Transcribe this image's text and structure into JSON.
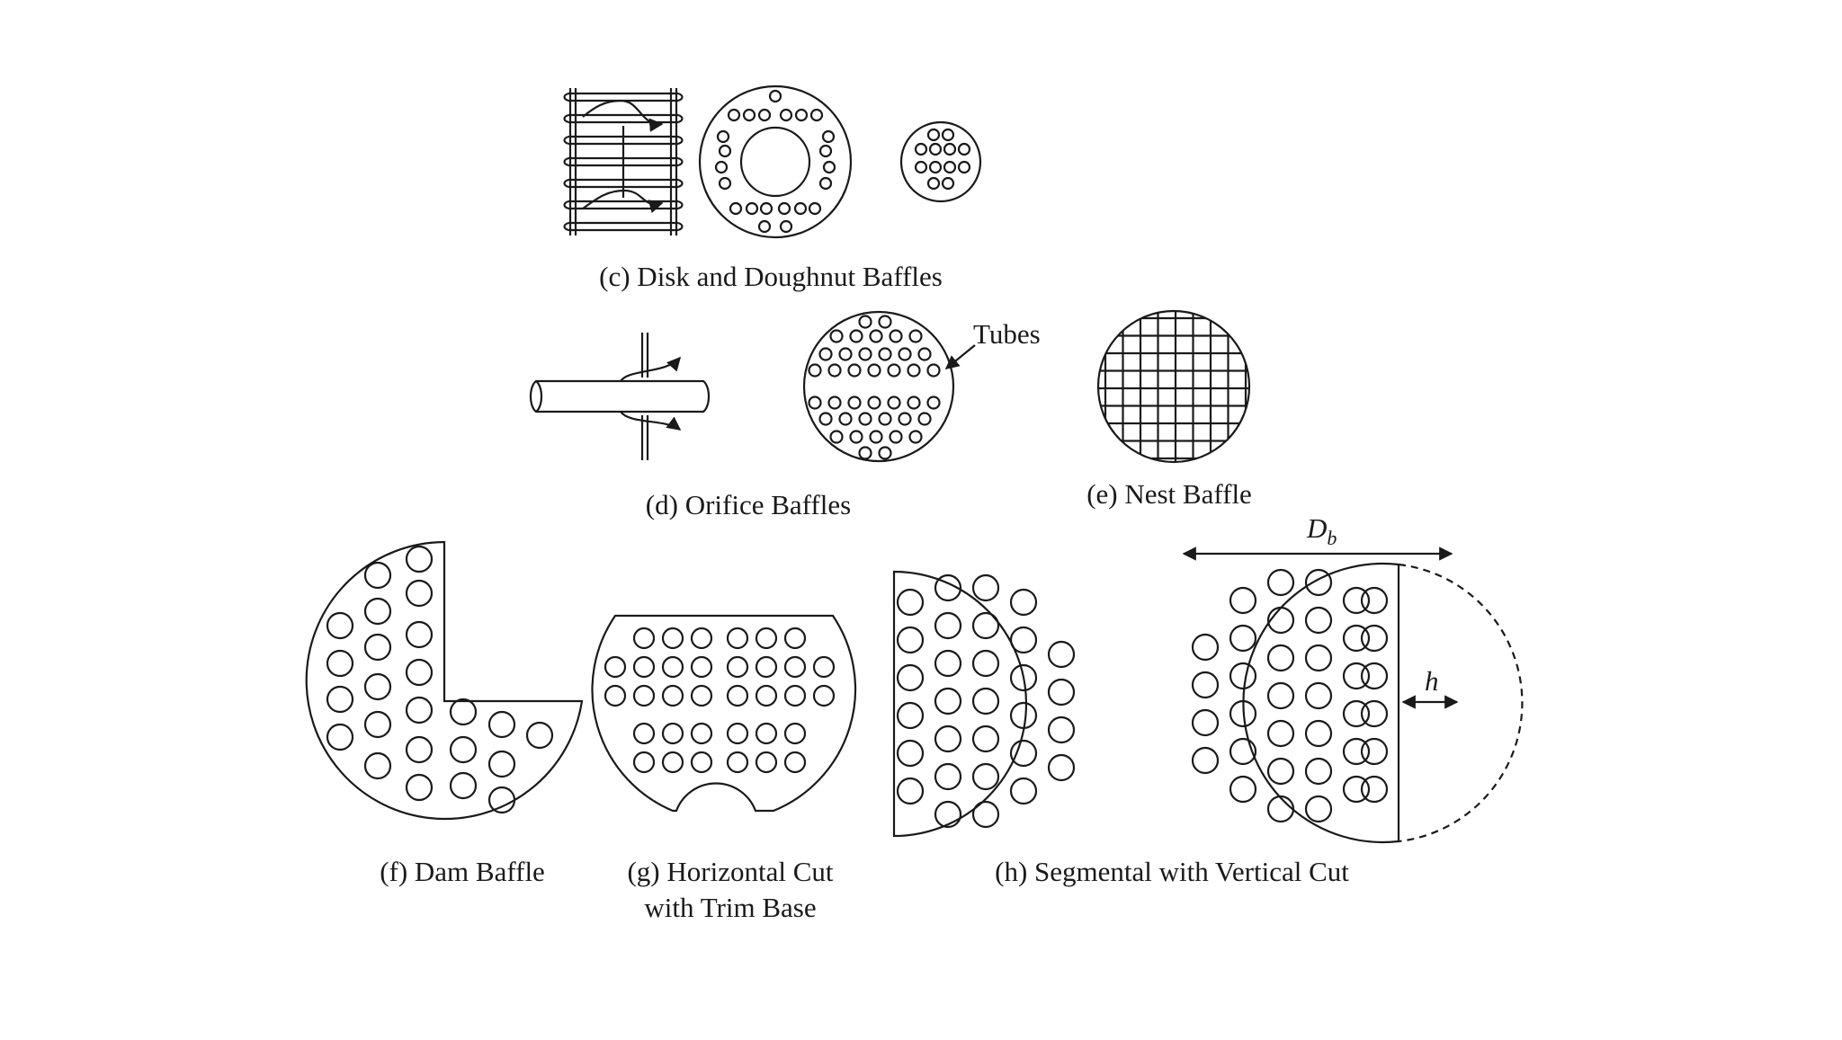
{
  "captions": {
    "c": "(c) Disk and Doughnut Baffles",
    "d": "(d) Orifice Baffles",
    "e": "(e) Nest Baffle",
    "f": "(f) Dam Baffle",
    "g_line1": "(g) Horizontal Cut",
    "g_line2": "with Trim Base",
    "h": "(h)  Segmental with Vertical Cut"
  },
  "labels": {
    "tubes": "Tubes",
    "db_main": "D",
    "db_sub": "b",
    "h": "h"
  },
  "colors": {
    "ink": "#1a1a1a",
    "background": "#ffffff"
  }
}
